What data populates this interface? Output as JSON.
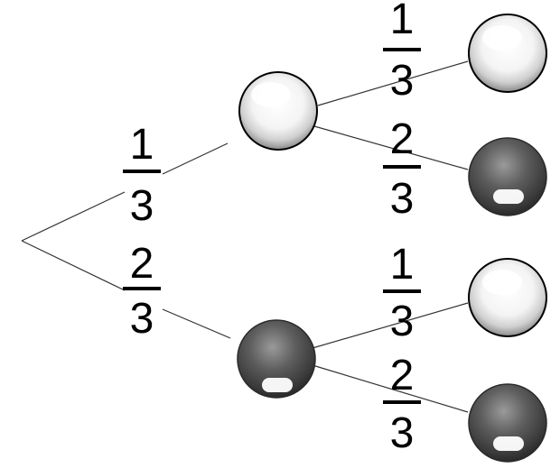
{
  "colors": {
    "white_ball": "#f2f2f2",
    "dark_ball": "#555555",
    "line": "#333333",
    "text": "#000000"
  },
  "tree": {
    "first_draw": {
      "upper": {
        "ball": "white",
        "probability": {
          "numerator": "1",
          "denominator": "3"
        }
      },
      "lower": {
        "ball": "dark",
        "probability": {
          "numerator": "2",
          "denominator": "3"
        }
      }
    },
    "second_draw": {
      "after_white": [
        {
          "ball": "white",
          "probability": {
            "numerator": "1",
            "denominator": "3"
          }
        },
        {
          "ball": "dark",
          "probability": {
            "numerator": "2",
            "denominator": "3"
          }
        }
      ],
      "after_dark": [
        {
          "ball": "white",
          "probability": {
            "numerator": "1",
            "denominator": "3"
          }
        },
        {
          "ball": "dark",
          "probability": {
            "numerator": "2",
            "denominator": "3"
          }
        }
      ]
    }
  }
}
